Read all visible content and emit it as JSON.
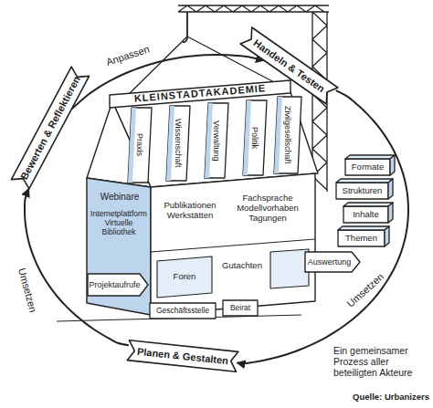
{
  "diagram": {
    "nodes": [
      {
        "text": [
          "Bewerten & Reflektieren"
        ]
      },
      {
        "text": [
          "Handeln & Testen"
        ]
      },
      {
        "text": [
          "KLEINSTADTAKADEMIE",
          "Webinare",
          "Internetplattform Virtuelle Bibliothek",
          "Publikationen Werkstätten",
          "Fachsprache Modellvorhaben Tagungen",
          "Foren",
          "Gutachten"
        ]
      },
      {
        "text": [
          "Praxis"
        ],
        "in": 2
      },
      {
        "text": [
          "Wissenschaft"
        ],
        "in": 2
      },
      {
        "text": [
          "Verwaltung"
        ],
        "in": 2
      },
      {
        "text": [
          "Politik"
        ],
        "in": 2
      },
      {
        "text": [
          "Zivilgesellschaft"
        ],
        "in": 2
      },
      {
        "text": [
          "Projektaufrufe"
        ],
        "in": 2
      },
      {
        "text": [
          "Geschäftsstelle"
        ],
        "in": 2
      },
      {
        "text": [
          "Beirat"
        ],
        "in": 2
      },
      {
        "text": [
          "Auswertung"
        ]
      },
      {
        "text": [
          "Formate"
        ]
      },
      {
        "text": [
          "Strukturen"
        ]
      },
      {
        "text": [
          "Inhalte"
        ]
      },
      {
        "text": [
          "Themen"
        ]
      },
      {
        "text": [
          "Planen & Gestalten"
        ]
      }
    ],
    "edges": [
      {
        "from": 0,
        "to": 1,
        "label": "Anpassen",
        "arrow": "to"
      },
      {
        "from": 1,
        "to": 16,
        "label": "Umsetzen",
        "arrow": "to"
      },
      {
        "from": 16,
        "to": 0,
        "label": "Umsetzen",
        "arrow": "to"
      }
    ],
    "labels": [
      "Ein gemeinsamer Prozess aller beteiligten Akteure",
      "Quelle: Urbanizers"
    ]
  }
}
